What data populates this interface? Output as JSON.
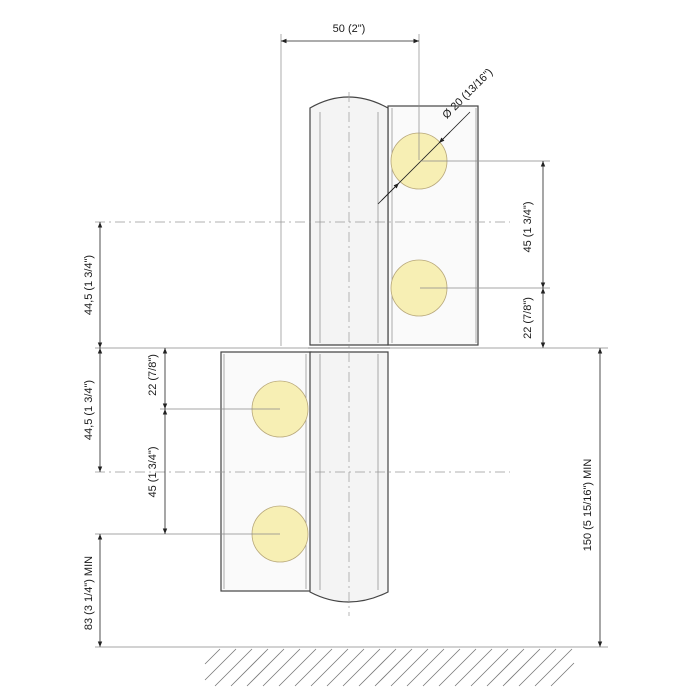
{
  "drawing": {
    "dimensions": {
      "width_top": "50 (2\")",
      "diameter": "Ø 20 (13/16\")",
      "upper_spacing": "45 (1  3/4\")",
      "upper_edge": "22 (7/8\")",
      "left_upper": "44,5 (1  3/4\")",
      "left_middle_22": "22 (7/8\")",
      "left_middle_445": "44,5 (1  3/4\")",
      "lower_spacing": "45 (1  3/4\")",
      "bottom_clearance": "83 (3  1/4\") MIN",
      "overall_right": "150 (5  15/16\") MIN"
    },
    "colors": {
      "screw_fill": "#f7efb4",
      "line": "#222222"
    }
  }
}
